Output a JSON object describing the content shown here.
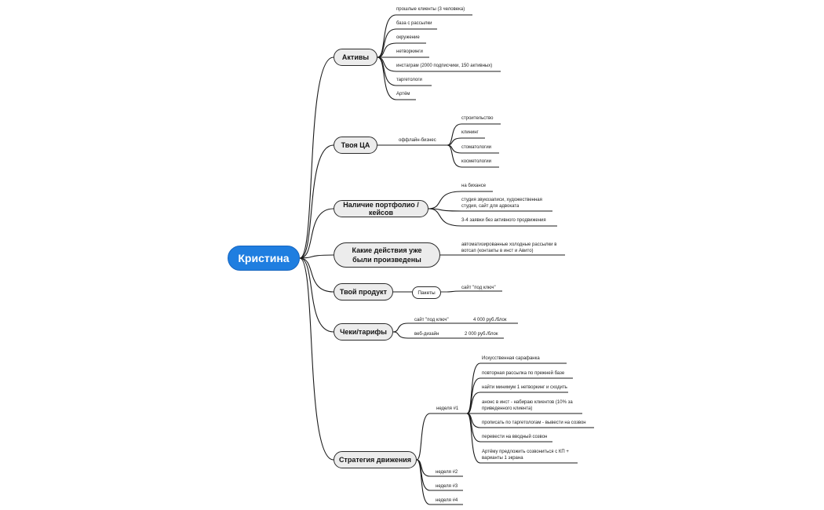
{
  "root": "Кристина",
  "categories": {
    "assets": {
      "label": "Активы",
      "items": [
        "прошлые клиенты (3 человека)",
        "база с рассылки",
        "окружение",
        "нетворкинги",
        "инстаграм (2000 подписчики, 150 активных)",
        "таргетологи",
        "Артём"
      ]
    },
    "audience": {
      "label": "Твоя ЦА",
      "sub": "оффлайн-бизнес",
      "items": [
        "строительство",
        "клининг",
        "стоматологии",
        "косметологии"
      ]
    },
    "portfolio": {
      "label": "Наличие портфолио / кейсов",
      "items": [
        "на бихансе",
        "студия звукозаписи, художественная студия, сайт для адвоката",
        "3-4 заявки без активного продвижения"
      ]
    },
    "actions": {
      "label": "Какие действия уже были произведены",
      "items": [
        "автоматизированные холодные рассылки в вотсап (контакты в инст и Авито)"
      ]
    },
    "product": {
      "label": "Твой продукт",
      "sub": "Пакеты",
      "items": [
        "сайт \"под ключ\""
      ]
    },
    "pricing": {
      "label": "Чеки/тарифы",
      "rows": [
        {
          "name": "сайт \"под ключ\"",
          "price": "4 000 руб./блок"
        },
        {
          "name": "веб-дизайн",
          "price": "2 000 руб./блок"
        }
      ]
    },
    "strategy": {
      "label": "Стратегия движения",
      "weeks": [
        "неделя #1",
        "неделя #2",
        "неделя #3",
        "неделя #4"
      ],
      "week1_items": [
        "Искусственная сарафанка",
        "повторная рассылка по прежней базе",
        "найти минимум 1 нетворкинг и сходить",
        "анонс в инст - набираю клиентов (10% за приведенного клиента)",
        "прописать по таргетологам - вывести на созвон",
        "перевести на вводный созвон",
        "Артёму предложить созвониться с КП + варианты 1 экрана"
      ]
    }
  },
  "colors": {
    "root": "#1f7ee0",
    "category_fill": "#ececec",
    "line": "#1b1b1b"
  }
}
